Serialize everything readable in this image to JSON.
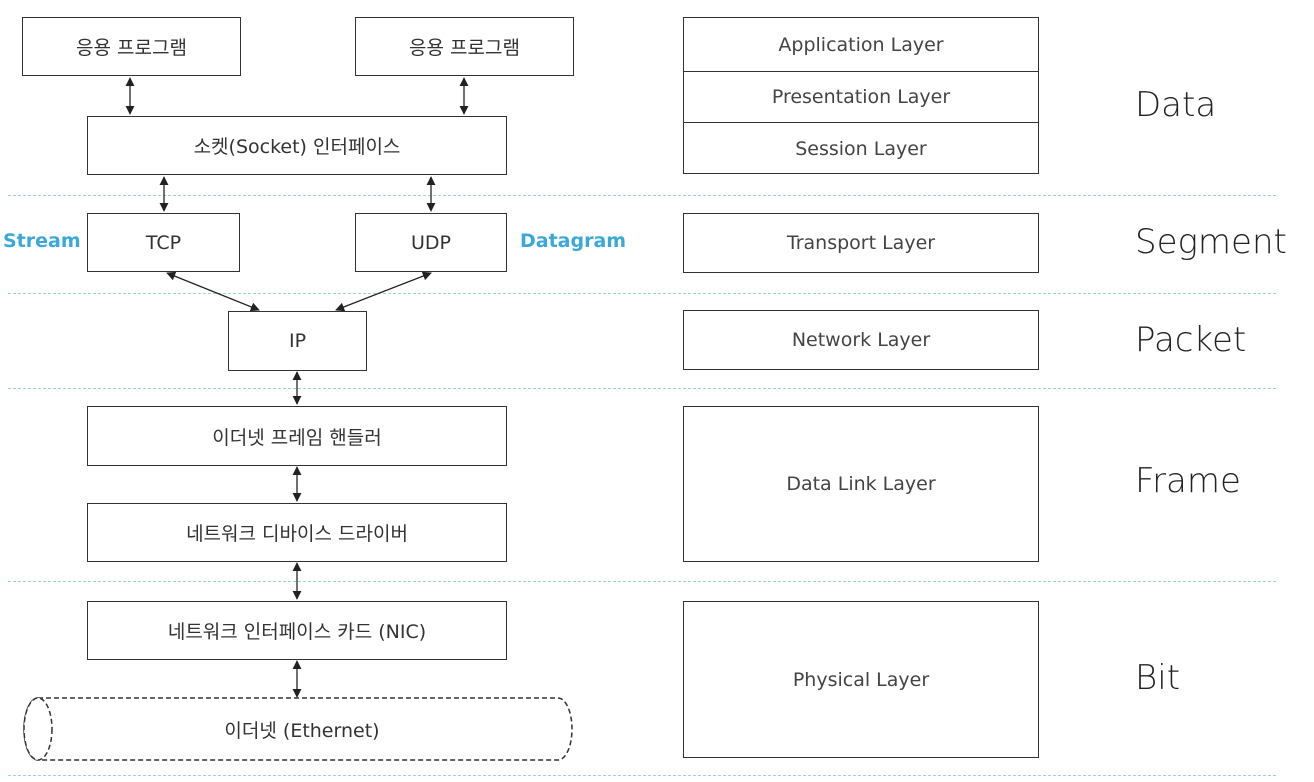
{
  "stack": {
    "app1": "응용 프로그램",
    "app2": "응용 프로그램",
    "socket": "소켓(Socket) 인터페이스",
    "tcp": "TCP",
    "udp": "UDP",
    "tcp_side": "Stream",
    "udp_side": "Datagram",
    "ip": "IP",
    "frame_handler": "이더넷 프레임 핸들러",
    "driver": "네트워크 디바이스 드라이버",
    "nic": "네트워크 인터페이스 카드 (NIC)",
    "ethernet": "이더넷 (Ethernet)"
  },
  "osi": {
    "application": "Application Layer",
    "presentation": "Presentation Layer",
    "session": "Session Layer",
    "transport": "Transport Layer",
    "network": "Network Layer",
    "datalink": "Data Link Layer",
    "physical": "Physical Layer"
  },
  "pdu": {
    "data": "Data",
    "segment": "Segment",
    "packet": "Packet",
    "frame": "Frame",
    "bit": "Bit"
  },
  "colors": {
    "accent": "#3aa9d8",
    "divider": "#9fd0e3",
    "stroke": "#333333"
  }
}
